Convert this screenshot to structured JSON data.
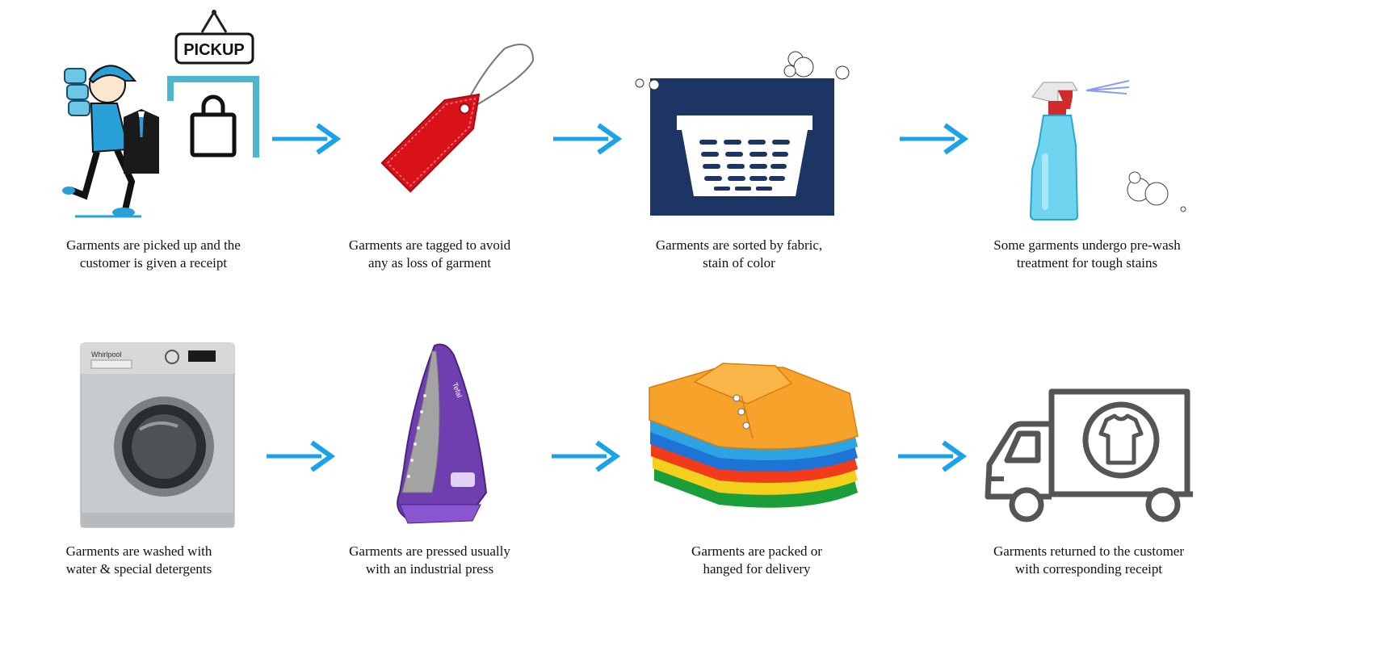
{
  "pickup_sign": "PICKUP",
  "brand_washer": "Whirlpool",
  "brand_iron": "Tefal",
  "accent_arrow": "#1aa3e8",
  "steps": [
    {
      "line1": "Garments are picked up and the",
      "line2": "customer is given a receipt",
      "icon": "courier-pickup-icon"
    },
    {
      "line1": "Garments are tagged to avoid",
      "line2": "any as loss of garment",
      "icon": "red-tag-icon"
    },
    {
      "line1": "Garments are sorted by fabric,",
      "line2": "stain of color",
      "icon": "laundry-basket-icon"
    },
    {
      "line1": "Some garments undergo pre-wash",
      "line2": "treatment for tough stains",
      "icon": "spray-bottle-icon"
    },
    {
      "line1": "Garments are washed with",
      "line2": "water & special detergents",
      "icon": "washing-machine-icon"
    },
    {
      "line1": "Garments are pressed usually",
      "line2": "with an industrial press",
      "icon": "steam-iron-icon"
    },
    {
      "line1": "Garments are packed or",
      "line2": "hanged for delivery",
      "icon": "folded-shirts-icon"
    },
    {
      "line1": "Garments returned to the customer",
      "line2": "with corresponding receipt",
      "icon": "delivery-truck-icon"
    }
  ]
}
